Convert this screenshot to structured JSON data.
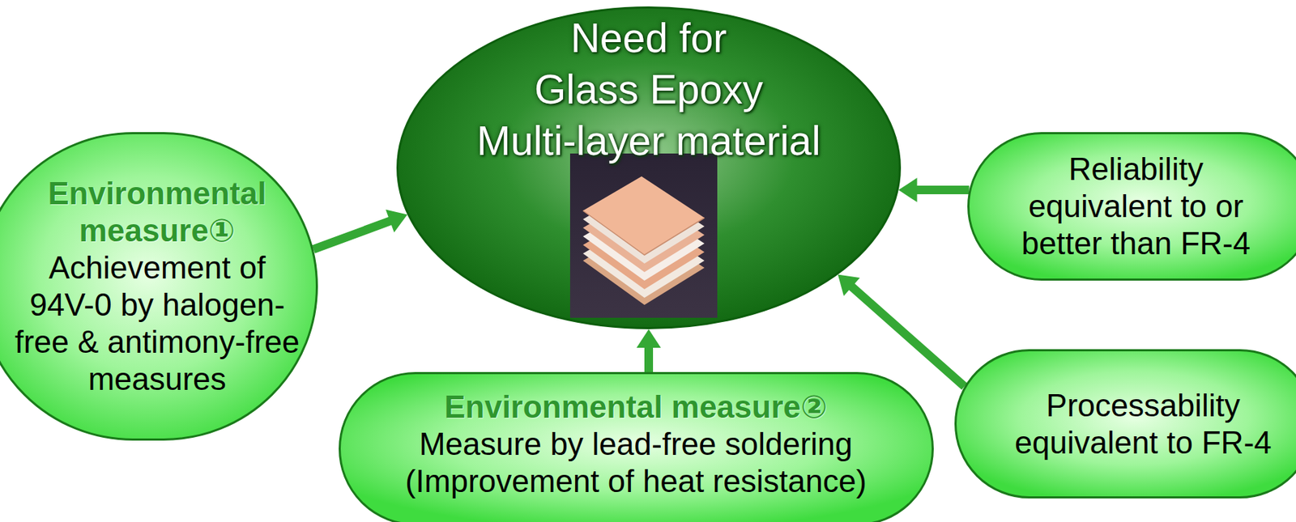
{
  "diagram": {
    "nodes": [
      {
        "text": [
          "Need for Glass Epoxy Multi-layer material"
        ]
      },
      {
        "text": [
          "Environmental measure①",
          "Achievement of 94V-0 by halogen-free & antimony-free measures"
        ]
      },
      {
        "text": [
          "Environmental measure②",
          "Measure by lead-free soldering (Improvement of heat resistance)"
        ]
      },
      {
        "text": [
          "Reliability equivalent to or better than FR-4"
        ]
      },
      {
        "text": [
          "Processability equivalent to FR-4"
        ]
      }
    ],
    "edges": [
      {
        "from": 1,
        "to": 0,
        "arrow": "to"
      },
      {
        "from": 2,
        "to": 0,
        "arrow": "to"
      },
      {
        "from": 3,
        "to": 0,
        "arrow": "to"
      },
      {
        "from": 4,
        "to": 0,
        "arrow": "to"
      }
    ]
  }
}
